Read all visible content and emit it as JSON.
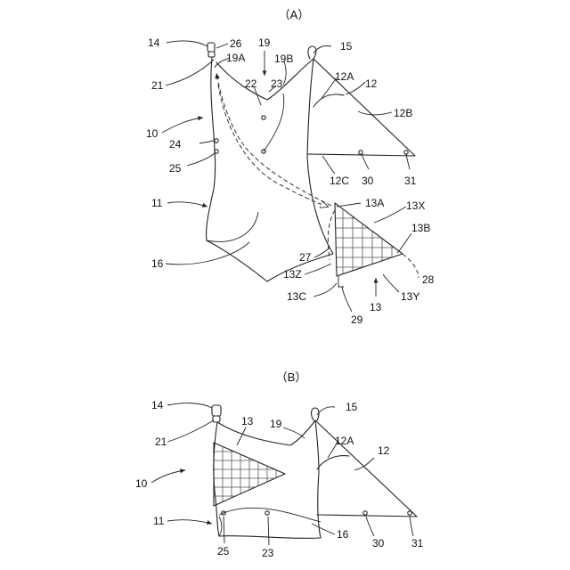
{
  "panels": [
    {
      "id": "A",
      "title": "（A）",
      "labels": [
        "14",
        "26",
        "19",
        "15",
        "19A",
        "19B",
        "12A",
        "12",
        "21",
        "22",
        "23",
        "12B",
        "10",
        "24",
        "25",
        "12C",
        "30",
        "31",
        "11",
        "13A",
        "13X",
        "13B",
        "27",
        "16",
        "13Z",
        "28",
        "13C",
        "13Y",
        "13",
        "29"
      ]
    },
    {
      "id": "B",
      "title": "（B）",
      "labels": [
        "14",
        "15",
        "13",
        "19",
        "21",
        "12A",
        "12",
        "10",
        "11",
        "16",
        "25",
        "23",
        "30",
        "31"
      ]
    }
  ]
}
